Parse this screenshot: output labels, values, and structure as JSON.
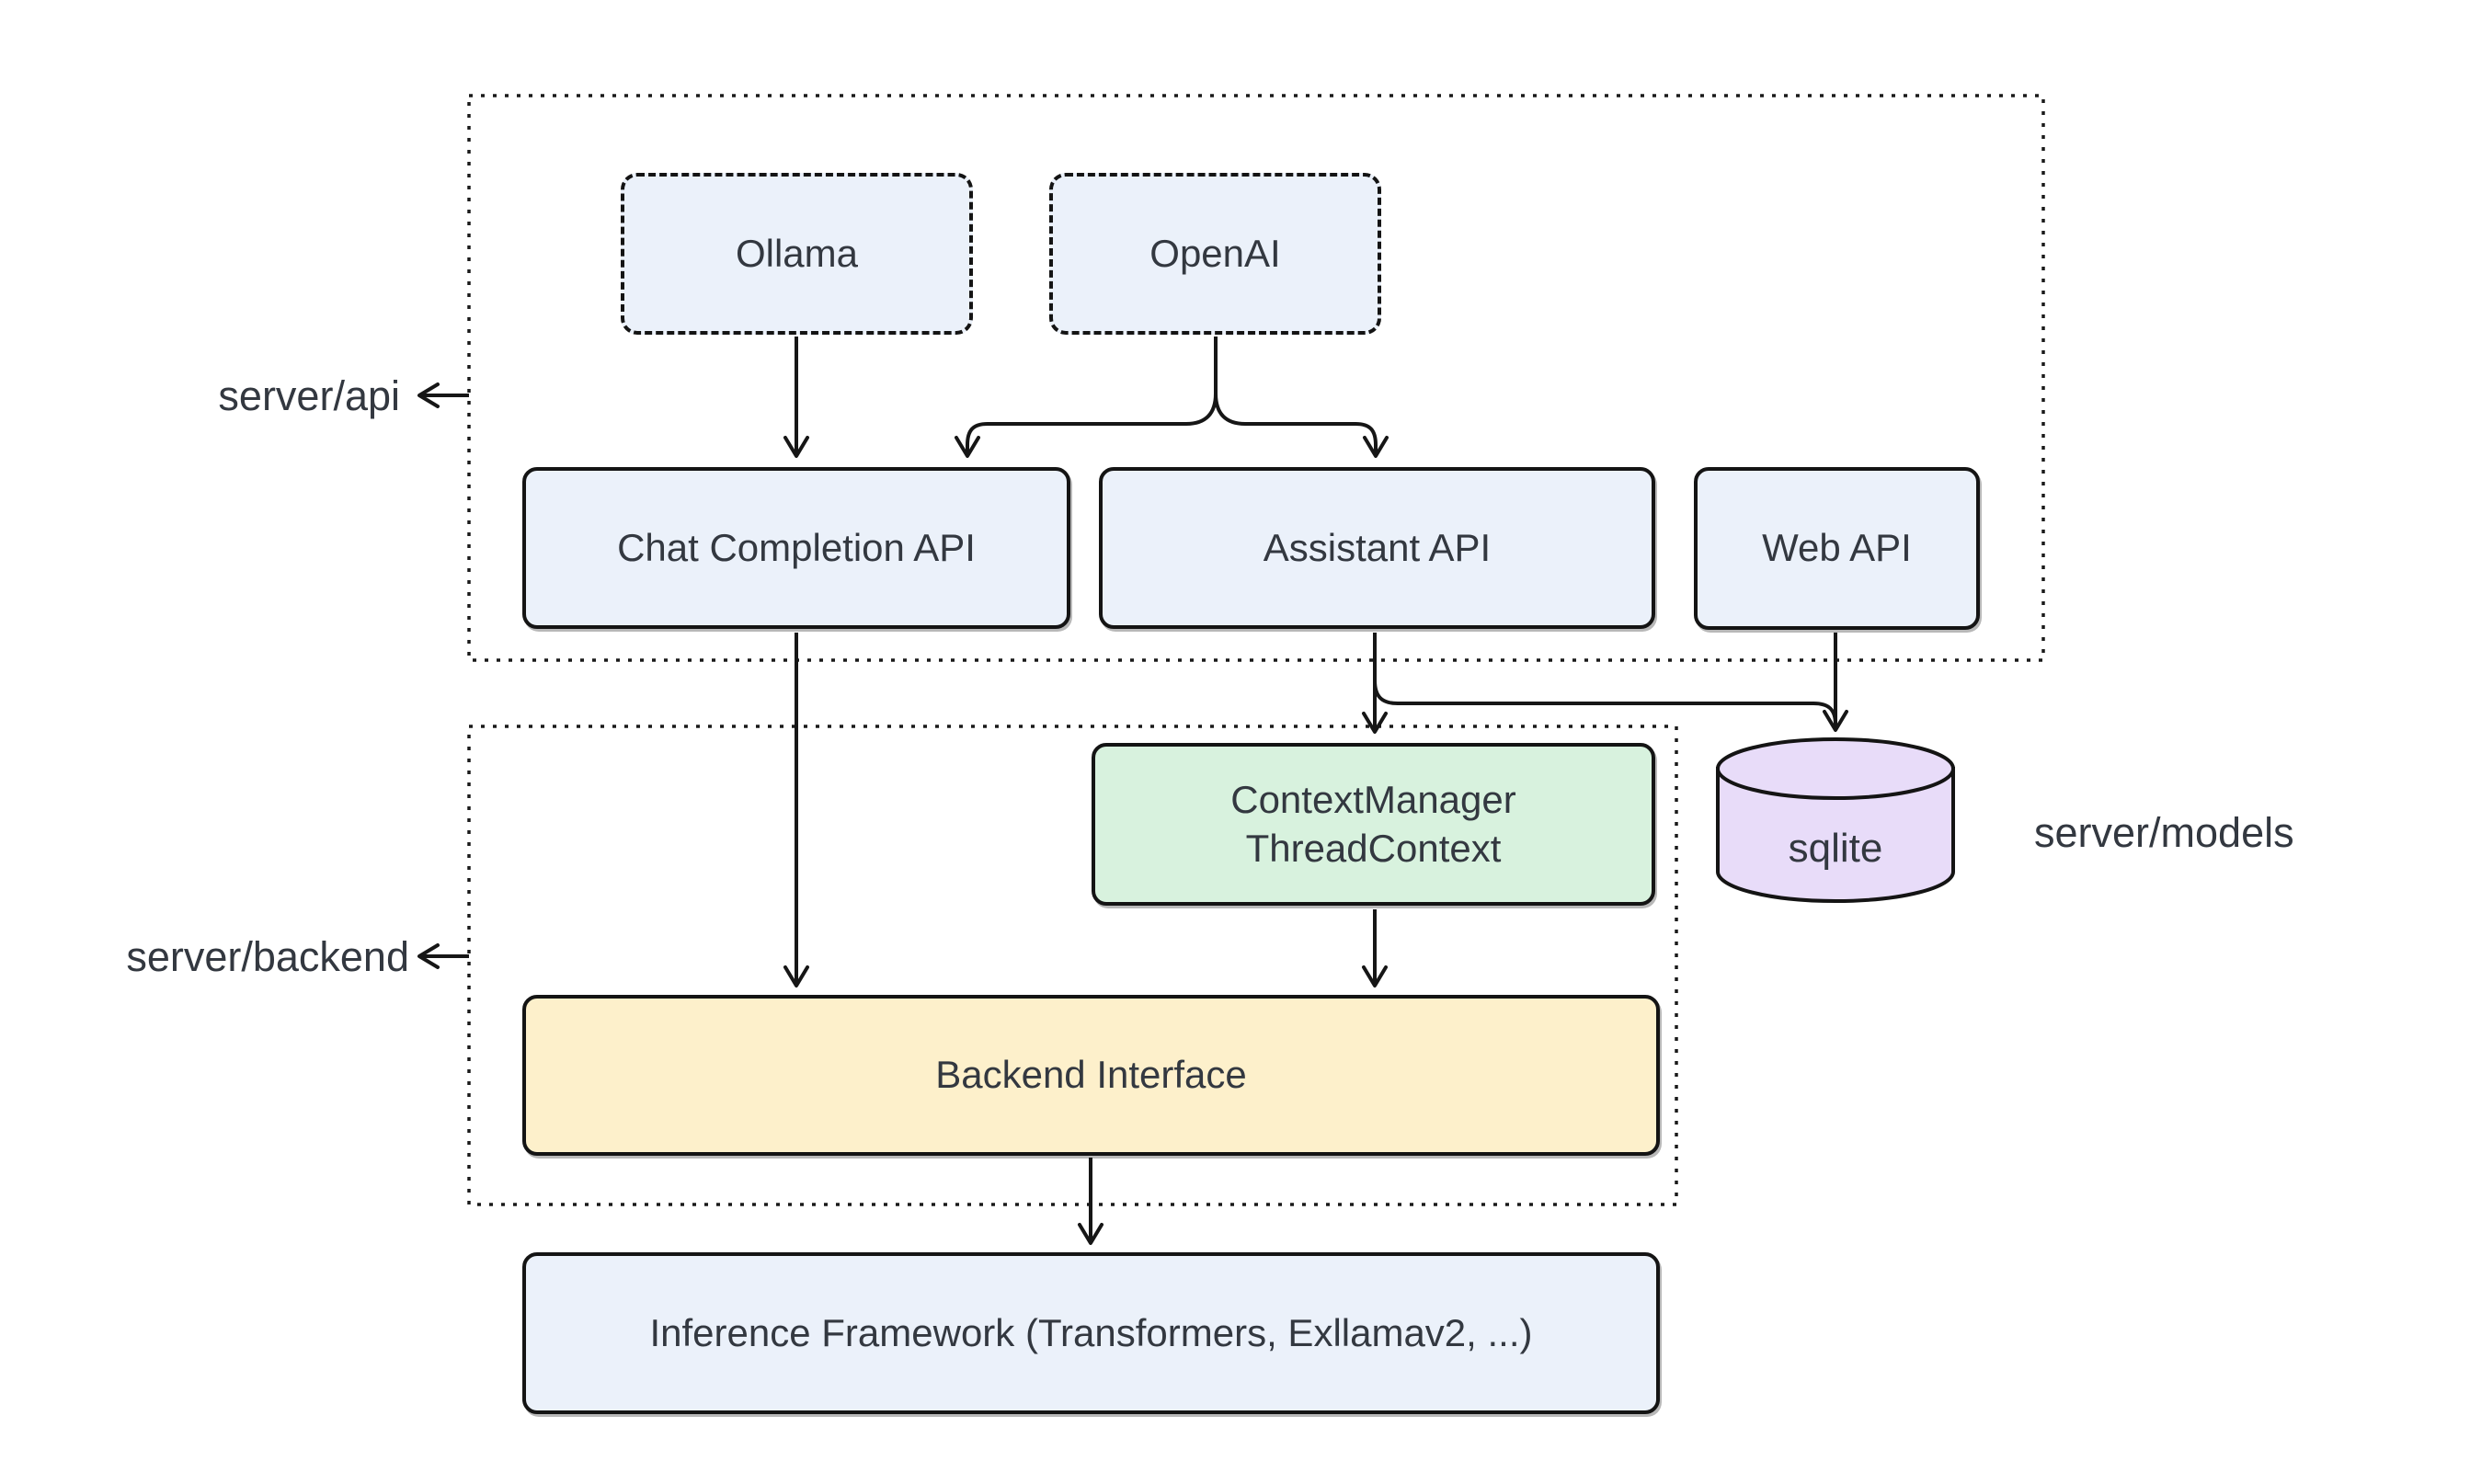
{
  "diagram": {
    "groups": [
      {
        "id": "server-api",
        "label": "server/api"
      },
      {
        "id": "server-backend",
        "label": "server/backend"
      }
    ],
    "side_labels": [
      {
        "id": "server-models",
        "label": "server/models"
      }
    ],
    "nodes": {
      "ollama": {
        "label": "Ollama",
        "shape": "dashed-box",
        "fill": "#ebf1fa"
      },
      "openai": {
        "label": "OpenAI",
        "shape": "dashed-box",
        "fill": "#ebf1fa"
      },
      "chat_api": {
        "label": "Chat Completion API",
        "shape": "box",
        "fill": "#ebf1fa"
      },
      "assistant_api": {
        "label": "Assistant API",
        "shape": "box",
        "fill": "#ebf1fa"
      },
      "web_api": {
        "label": "Web API",
        "shape": "box",
        "fill": "#ebf1fa"
      },
      "context_manager": {
        "label_line1": "ContextManager",
        "label_line2": "ThreadContext",
        "shape": "box",
        "fill": "#d8f2de"
      },
      "backend_interface": {
        "label": "Backend Interface",
        "shape": "box",
        "fill": "#fdf0cb"
      },
      "inference_framework": {
        "label": "Inference Framework (Transformers, Exllamav2, ...)",
        "shape": "box",
        "fill": "#ebf1fa"
      },
      "sqlite": {
        "label": "sqlite",
        "shape": "cylinder",
        "fill": "#e8dcf9"
      }
    },
    "edges": [
      {
        "from": "ollama",
        "to": "chat_api"
      },
      {
        "from": "openai",
        "to": "chat_api"
      },
      {
        "from": "openai",
        "to": "assistant_api"
      },
      {
        "from": "chat_api",
        "to": "backend_interface"
      },
      {
        "from": "assistant_api",
        "to": "context_manager"
      },
      {
        "from": "assistant_api",
        "to": "sqlite"
      },
      {
        "from": "web_api",
        "to": "sqlite"
      },
      {
        "from": "context_manager",
        "to": "backend_interface"
      },
      {
        "from": "backend_interface",
        "to": "inference_framework"
      },
      {
        "from": "server-api-border",
        "to": "server-api-label"
      },
      {
        "from": "server-backend-border",
        "to": "server-backend-label"
      }
    ],
    "colors": {
      "box_blue": "#ebf1fa",
      "box_green": "#d8f2de",
      "box_yellow": "#fdf0cb",
      "cylinder_purple": "#e8dcf9",
      "stroke": "#161616",
      "text": "#333840",
      "background": "#ffffff"
    }
  }
}
